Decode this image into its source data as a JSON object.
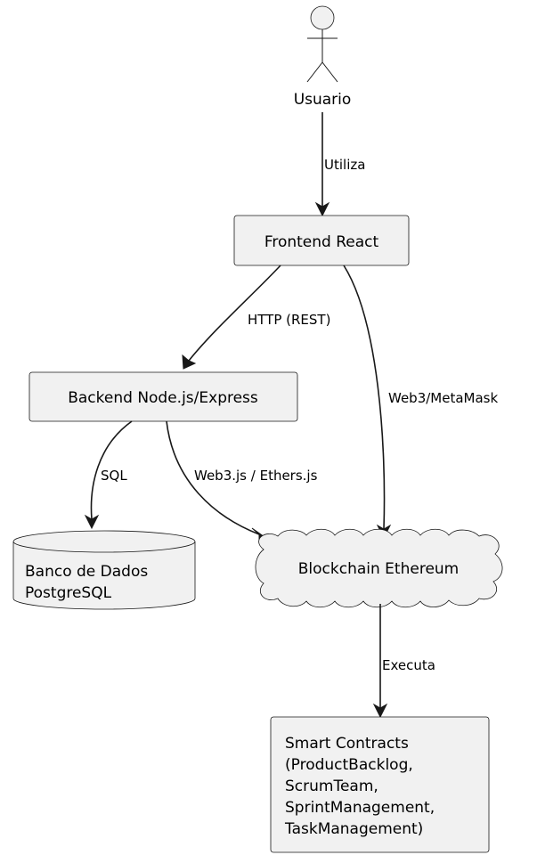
{
  "diagram": {
    "actor": {
      "label": "Usuario"
    },
    "nodes": {
      "frontend": {
        "label": "Frontend React"
      },
      "backend": {
        "label": "Backend Node.js/Express"
      },
      "database": {
        "lines": [
          "Banco de Dados",
          "PostgreSQL"
        ]
      },
      "blockchain": {
        "label": "Blockchain Ethereum"
      },
      "contracts": {
        "lines": [
          "Smart Contracts",
          "(ProductBacklog,",
          "ScrumTeam,",
          "SprintManagement,",
          "TaskManagement)"
        ]
      }
    },
    "edges": {
      "usuario_frontend": "Utiliza",
      "frontend_backend": "HTTP (REST)",
      "frontend_blockchain": "Web3/MetaMask",
      "backend_database": "SQL",
      "backend_blockchain": "Web3.js / Ethers.js",
      "blockchain_contracts": "Executa"
    },
    "colors": {
      "node_fill": "#F1F1F1",
      "stroke": "#181818",
      "text": "#000000",
      "background": "#FFFFFF"
    }
  }
}
